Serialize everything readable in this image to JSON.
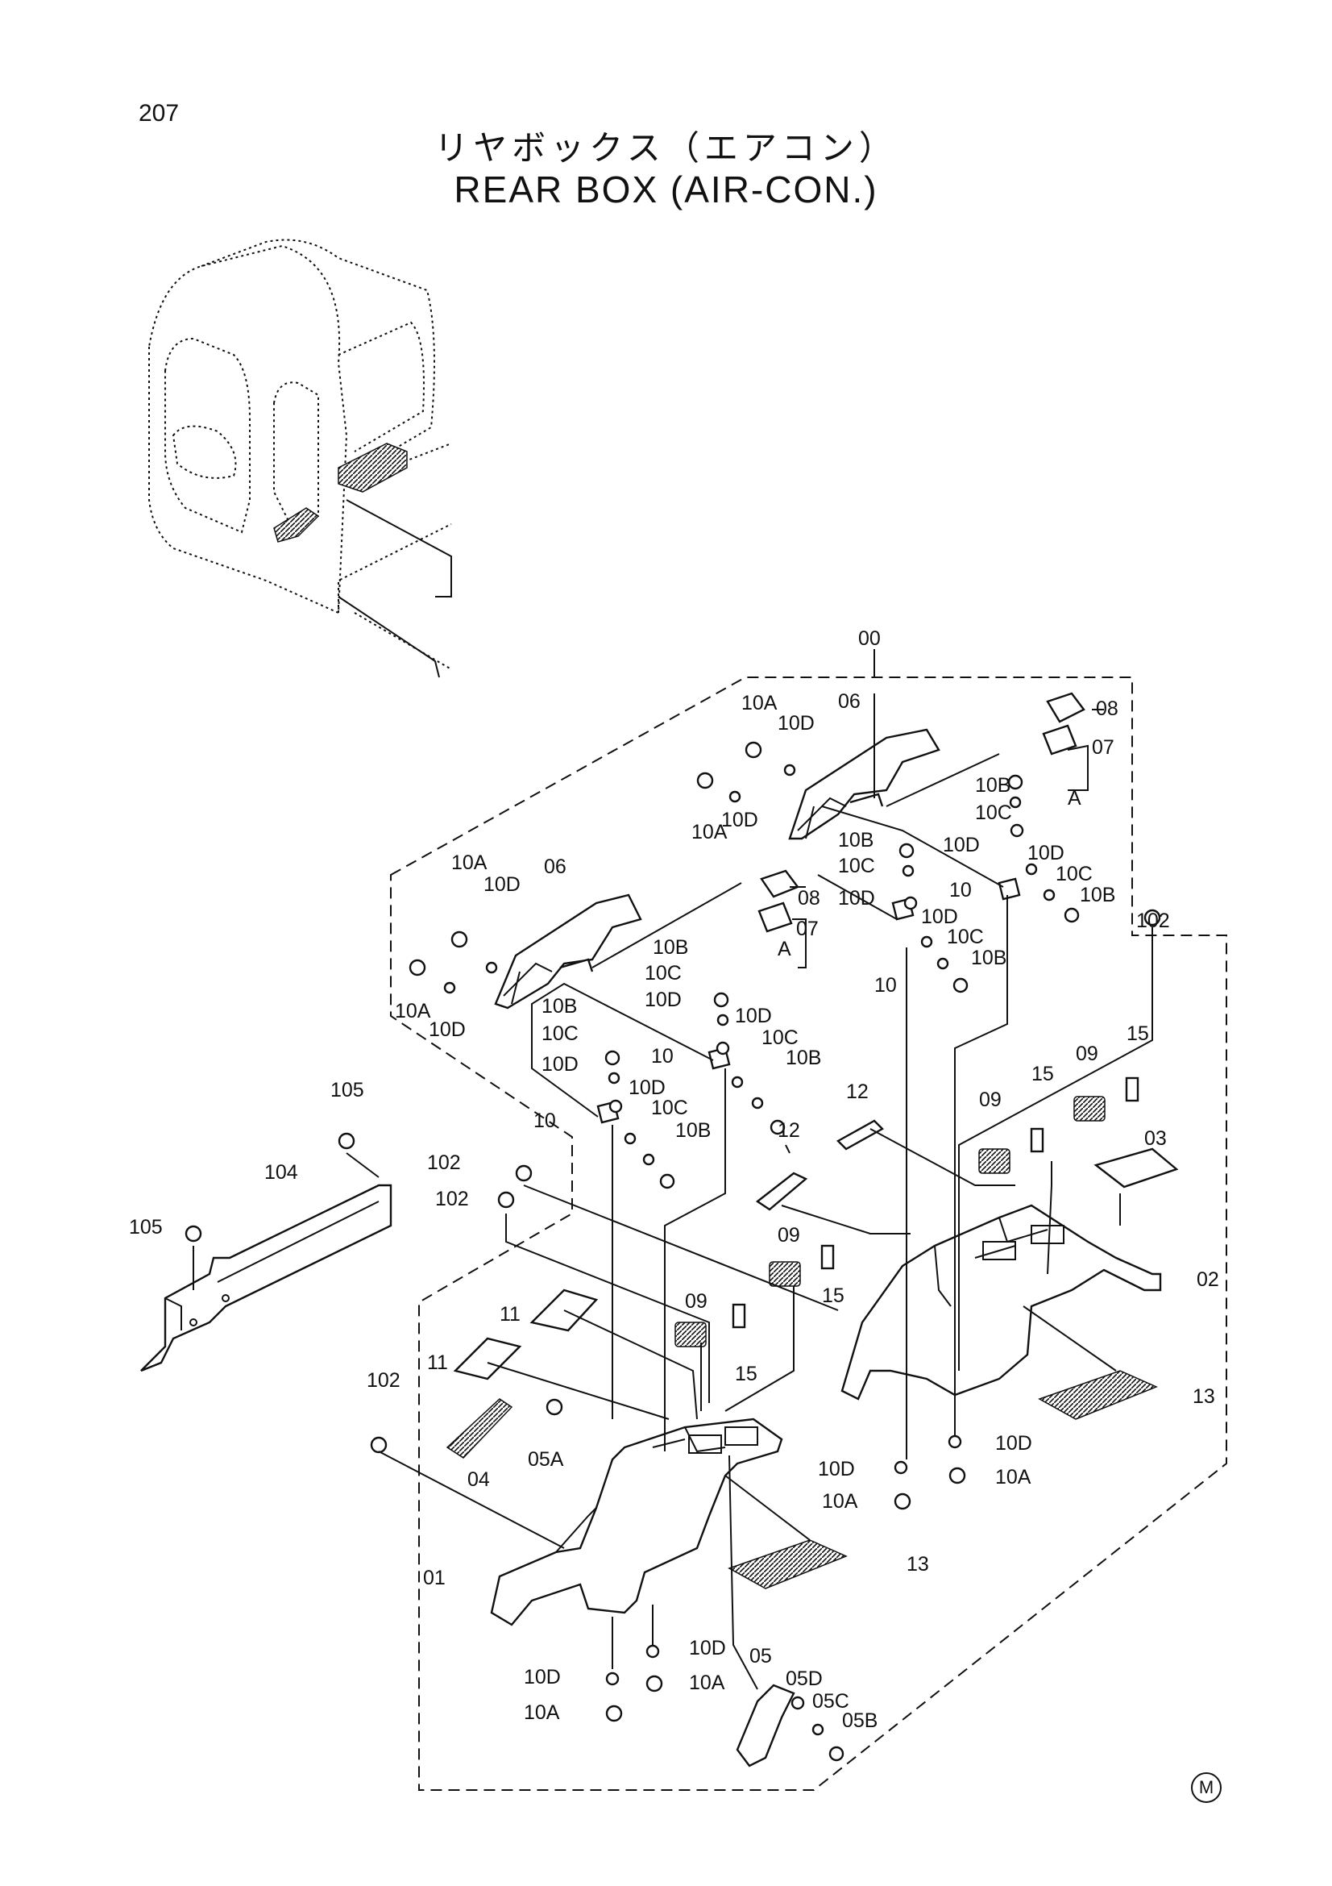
{
  "page_number": "207",
  "title_jp": "リヤボックス（エアコン）",
  "title_en": "REAR BOX (AIR-CON.)",
  "mark": "M",
  "labels": {
    "l00": "00",
    "l01": "01",
    "l02": "02",
    "l03": "03",
    "l04": "04",
    "l05": "05",
    "l05A": "05A",
    "l05B": "05B",
    "l05C": "05C",
    "l05D": "05D",
    "l06": "06",
    "l07": "07",
    "l08": "08",
    "l09": "09",
    "l10": "10",
    "l10A": "10A",
    "l10B": "10B",
    "l10C": "10C",
    "l10D": "10D",
    "l11": "11",
    "l12": "12",
    "l13": "13",
    "l15": "15",
    "l102": "102",
    "l104": "104",
    "l105": "105",
    "lA": "A"
  }
}
